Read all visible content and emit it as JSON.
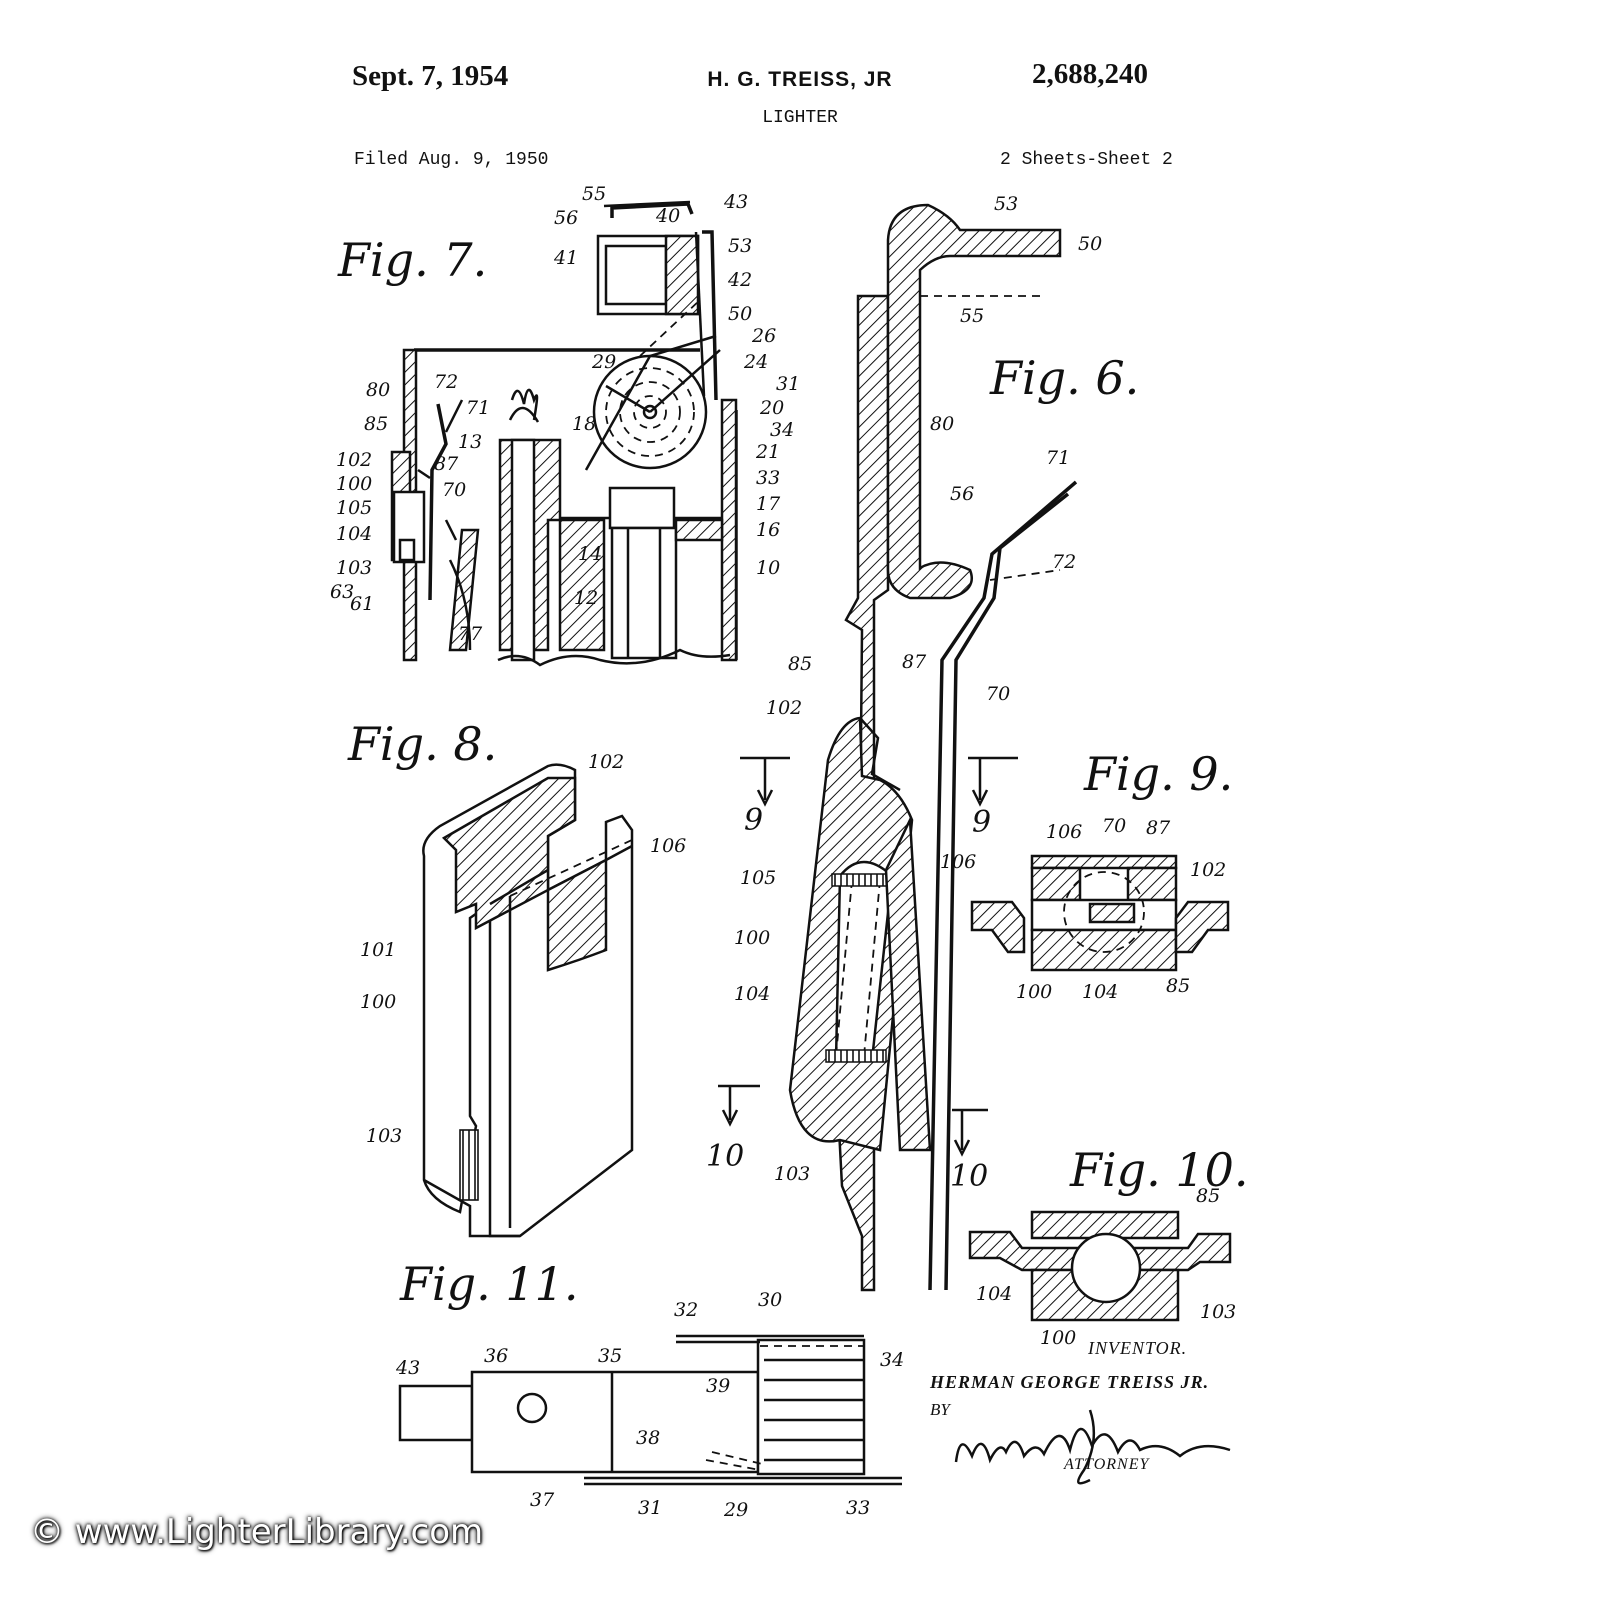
{
  "header": {
    "date": "Sept. 7, 1954",
    "inventor": "H. G. TREISS, JR",
    "patent_number": "2,688,240",
    "title": "LIGHTER",
    "filed": "Filed Aug. 9, 1950",
    "sheets": "2 Sheets-Sheet 2"
  },
  "figures": {
    "fig7": "Fig. 7.",
    "fig6": "Fig. 6.",
    "fig8": "Fig. 8.",
    "fig9": "Fig. 9.",
    "fig10": "Fig. 10.",
    "fig11": "Fig. 11."
  },
  "fig7_labels": [
    "55",
    "56",
    "40",
    "43",
    "53",
    "41",
    "42",
    "50",
    "26",
    "24",
    "29",
    "31",
    "20",
    "34",
    "21",
    "80",
    "72",
    "71",
    "85",
    "18",
    "13",
    "33",
    "17",
    "16",
    "102",
    "87",
    "100",
    "70",
    "105",
    "104",
    "103",
    "14",
    "10",
    "63",
    "61",
    "77",
    "12"
  ],
  "fig6_labels": [
    "53",
    "50",
    "55",
    "80",
    "56",
    "71",
    "72",
    "85",
    "87",
    "70",
    "102",
    "105",
    "100",
    "104",
    "103",
    "106"
  ],
  "fig6_section_marks": [
    "9",
    "9",
    "10",
    "10"
  ],
  "fig8_labels": [
    "102",
    "106",
    "101",
    "100",
    "103"
  ],
  "fig9_labels": [
    "106",
    "70",
    "87",
    "102",
    "100",
    "104",
    "85"
  ],
  "fig10_labels": [
    "85",
    "104",
    "103",
    "100"
  ],
  "fig11_labels": [
    "32",
    "30",
    "34",
    "43",
    "36",
    "35",
    "39",
    "38",
    "37",
    "31",
    "29",
    "33"
  ],
  "signature": {
    "inventor_heading": "INVENTOR.",
    "inventor_name": "HERMAN GEORGE TREISS JR.",
    "by": "BY",
    "attorney": "ATTORNEY"
  },
  "watermark": "© www.LighterLibrary.com"
}
